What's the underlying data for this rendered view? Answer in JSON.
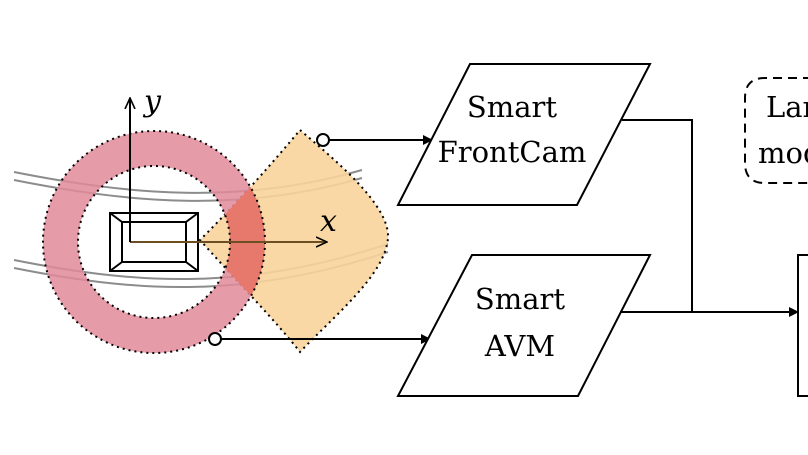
{
  "colors": {
    "ring": "#e28a9a",
    "fan": "#f8d49c",
    "overlap": "#e77567",
    "road": "#8c8c8c",
    "stroke": "#000000",
    "axis": "#6b4e22"
  },
  "axes": {
    "x_label": "x",
    "y_label": "y"
  },
  "nodes": {
    "front_cam": {
      "line1": "Smart",
      "line2": "FrontCam"
    },
    "avm": {
      "line1": "Smart",
      "line2": "AVM"
    },
    "dashed_box": {
      "line1": "Lar",
      "line2": "mod"
    }
  }
}
